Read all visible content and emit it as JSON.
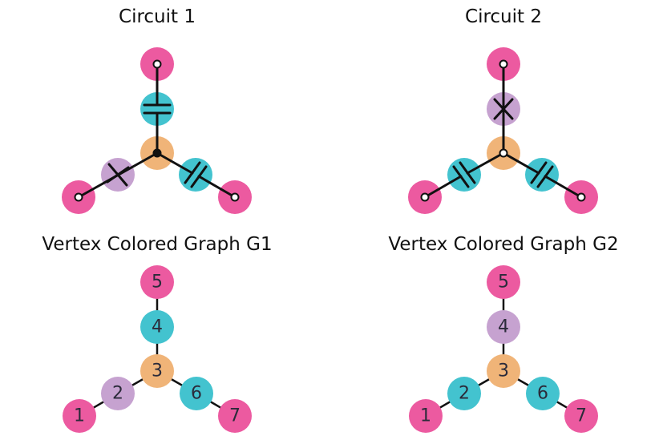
{
  "colors": {
    "pink": "#ec5aa0",
    "cyan": "#43c3cf",
    "orange": "#f0b478",
    "purple": "#c6a2d0",
    "edge": "#111111"
  },
  "panels": {
    "circuit1": {
      "title": "Circuit 1"
    },
    "circuit2": {
      "title": "Circuit 2"
    },
    "graph1": {
      "title": "Vertex Colored Graph G1",
      "vertices": [
        {
          "id": "1",
          "color": "pink"
        },
        {
          "id": "2",
          "color": "purple"
        },
        {
          "id": "3",
          "color": "orange"
        },
        {
          "id": "4",
          "color": "cyan"
        },
        {
          "id": "5",
          "color": "pink"
        },
        {
          "id": "6",
          "color": "cyan"
        },
        {
          "id": "7",
          "color": "pink"
        }
      ],
      "edges": [
        [
          "5",
          "4"
        ],
        [
          "4",
          "3"
        ],
        [
          "3",
          "2"
        ],
        [
          "2",
          "1"
        ],
        [
          "3",
          "6"
        ],
        [
          "6",
          "7"
        ]
      ]
    },
    "graph2": {
      "title": "Vertex Colored Graph G2",
      "vertices": [
        {
          "id": "1",
          "color": "pink"
        },
        {
          "id": "2",
          "color": "cyan"
        },
        {
          "id": "3",
          "color": "orange"
        },
        {
          "id": "4",
          "color": "purple"
        },
        {
          "id": "5",
          "color": "pink"
        },
        {
          "id": "6",
          "color": "cyan"
        },
        {
          "id": "7",
          "color": "pink"
        }
      ],
      "edges": [
        [
          "5",
          "4"
        ],
        [
          "4",
          "3"
        ],
        [
          "3",
          "2"
        ],
        [
          "2",
          "1"
        ],
        [
          "3",
          "6"
        ],
        [
          "6",
          "7"
        ]
      ]
    }
  }
}
